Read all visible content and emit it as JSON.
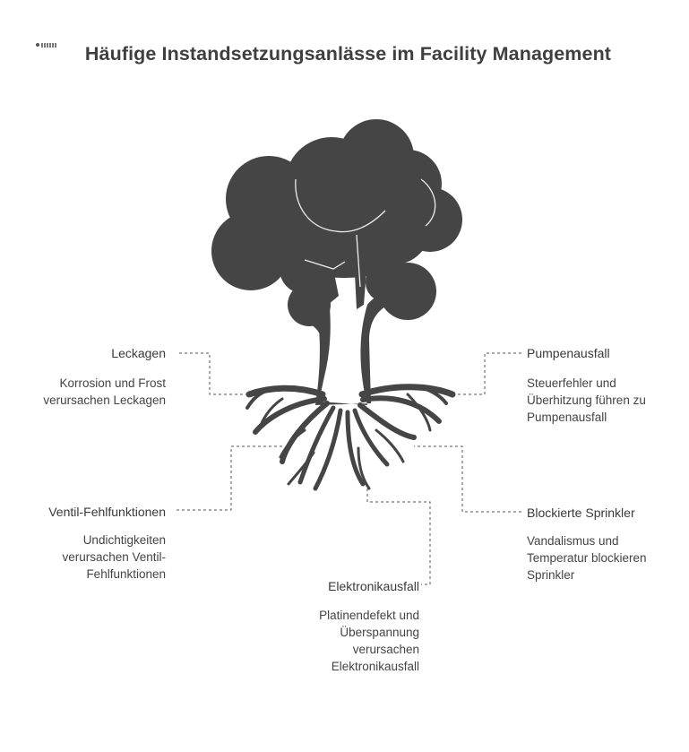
{
  "title": "Häufige Instandsetzungsanlässe im Facility Management",
  "icons": [
    "logo-mark",
    "tree-illustration"
  ],
  "colors": {
    "tree": "#454545",
    "text": "#444444",
    "connector": "#555555"
  },
  "items": [
    {
      "heading": "Leckagen",
      "description": "Korrosion und Frost verursachen Leckagen"
    },
    {
      "heading": "Ventil-Fehlfunktionen",
      "description": "Undichtigkeiten verursachen Ventil-Fehlfunktionen"
    },
    {
      "heading": "Elektronikausfall",
      "description": "Platinendefekt und Überspannung verursachen Elektronikausfall"
    },
    {
      "heading": "Pumpenausfall",
      "description": "Steuerfehler und Überhitzung führen zu Pumpenausfall"
    },
    {
      "heading": "Blockierte Sprinkler",
      "description": "Vandalismus und Temperatur blockieren Sprinkler"
    }
  ]
}
